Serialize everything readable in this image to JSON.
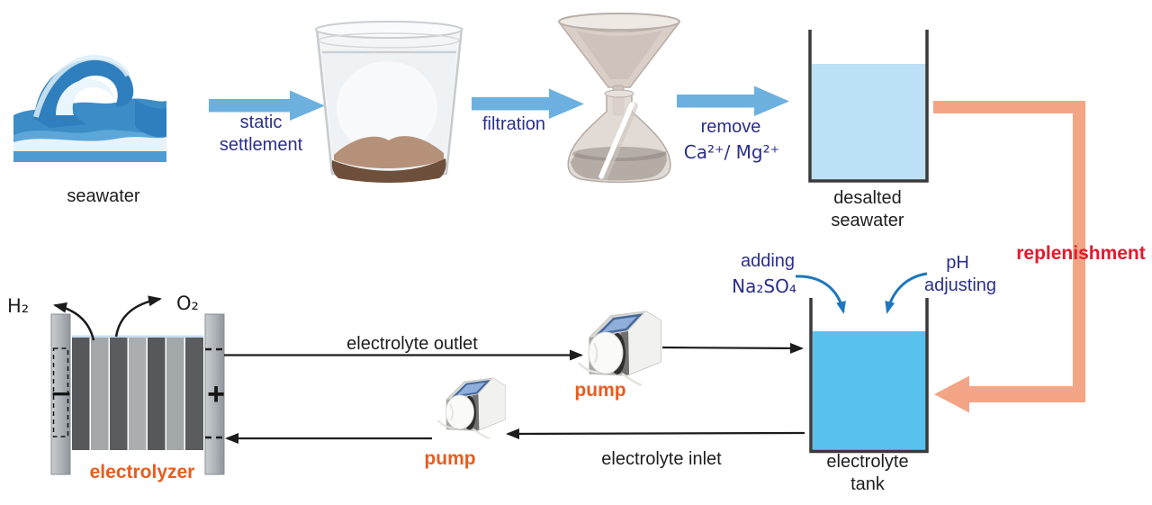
{
  "colors": {
    "flow_arrow_blue": "#6CB0E0",
    "navy_text": "#2B2F8C",
    "black_text": "#1E1E1E",
    "replenishment_pipe": "#F4A586",
    "replenishment_text": "#E5182E",
    "orange_label": "#E95C1F",
    "curved_arrow_blue": "#1C77BE",
    "desalted_water_fill": "#BCE0F5",
    "electrolyte_water_fill": "#59C1EE",
    "electrode_plate_dark": "#56585B",
    "electrode_plate_light": "#A4A7AA"
  },
  "top_row": {
    "seawater": {
      "label": "seawater"
    },
    "step1": {
      "line1": "static",
      "line2": "settlement"
    },
    "step2": {
      "label": "filtration"
    },
    "step3": {
      "line1": "remove",
      "line2": "Ca²⁺/ Mg²⁺"
    },
    "desalted_tank": {
      "line1": "desalted",
      "line2": "seawater"
    }
  },
  "replenishment": {
    "label": "replenishment"
  },
  "electrolyzer": {
    "label": "electrolyzer",
    "h2": "H₂",
    "o2": "O₂",
    "anode_sign": "+",
    "cathode_sign": "−"
  },
  "loop": {
    "outlet_label": "electrolyte outlet",
    "inlet_label": "electrolyte inlet",
    "pump_top_label": "pump",
    "pump_bottom_label": "pump"
  },
  "tank": {
    "adding_line1": "adding",
    "adding_line2": "Na₂SO₄",
    "ph_line1": "pH",
    "ph_line2": "adjusting",
    "label_line1": "electrolyte",
    "label_line2": "tank"
  }
}
